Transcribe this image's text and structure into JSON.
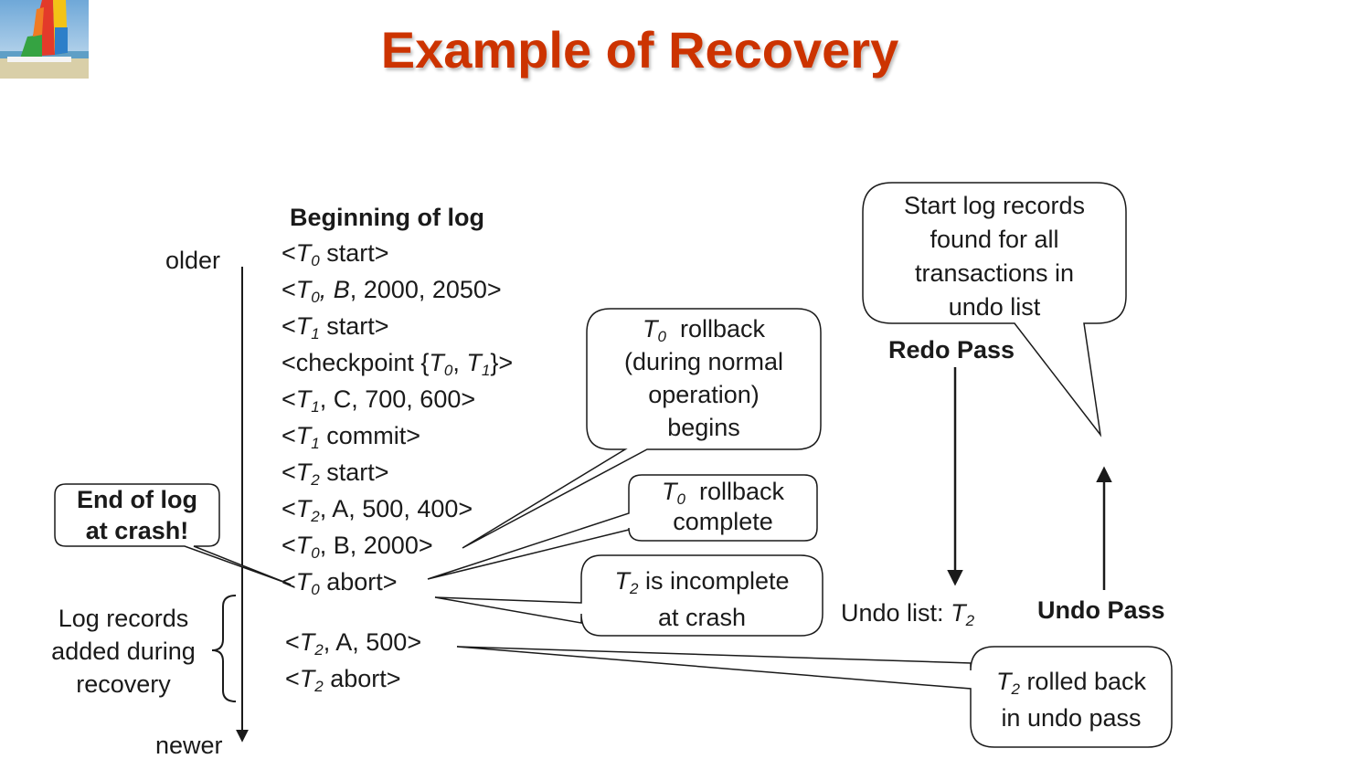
{
  "slide": {
    "title": "Example of Recovery",
    "title_color": "#cc3300"
  },
  "log": {
    "heading": "Beginning of log",
    "records": [
      {
        "pre": "<",
        "t": "T",
        "sub": "0",
        "post": " start>"
      },
      {
        "pre": "<",
        "t": "T",
        "sub": "0",
        "mid_italic": ", B",
        "post": ", 2000, 2050>"
      },
      {
        "pre": "<",
        "t": "T",
        "sub": "1",
        "post": " start>"
      },
      {
        "pre": "<checkpoint {",
        "t": "T",
        "sub": "0",
        "post": ", ",
        "t2": "T",
        "sub2": "1",
        "post2": "}>"
      },
      {
        "pre": "<",
        "t": "T",
        "sub": "1",
        "post": ", C, 700, 600>"
      },
      {
        "pre": "<",
        "t": "T",
        "sub": "1",
        "post": " commit>"
      },
      {
        "pre": "<",
        "t": "T",
        "sub": "2",
        "post": " start>"
      },
      {
        "pre": "<",
        "t": "T",
        "sub": "2",
        "post": ", A, 500, 400>"
      },
      {
        "pre": "<",
        "t": "T",
        "sub": "0",
        "post": ", B, 2000>"
      },
      {
        "pre": "<",
        "t": "T",
        "sub": "0",
        "post": " abort>"
      },
      {
        "pre": "<",
        "t": "T",
        "sub": "2",
        "post": ", A, 500>"
      },
      {
        "pre": "<",
        "t": "T",
        "sub": "2",
        "post": " abort>"
      }
    ]
  },
  "axis": {
    "older": "older",
    "newer": "newer",
    "recovery_note": [
      "Log records",
      "added during",
      "recovery"
    ]
  },
  "callouts": {
    "end_of_log": [
      "End of log",
      "at crash!"
    ],
    "t0_rollback_begins": {
      "t": "T",
      "sub": "0",
      "rest": "  rollback",
      "lines": [
        "(during normal",
        "operation)",
        "begins"
      ]
    },
    "t0_rollback_complete": {
      "t": "T",
      "sub": "0",
      "rest": "  rollback",
      "lines": [
        "complete"
      ]
    },
    "t2_incomplete": {
      "t": "T",
      "sub": "2",
      "rest": " is incomplete",
      "lines": [
        "at crash"
      ]
    },
    "t2_rolled_back": {
      "t": "T",
      "sub": "2",
      "rest": " rolled back",
      "lines": [
        "in undo pass"
      ]
    },
    "start_records": [
      "Start log records",
      "found for all",
      "transactions in",
      "undo list"
    ]
  },
  "passes": {
    "redo": "Redo Pass",
    "undo": "Undo Pass",
    "undo_list_label": "Undo list: ",
    "undo_list_t": "T",
    "undo_list_sub": "2"
  }
}
